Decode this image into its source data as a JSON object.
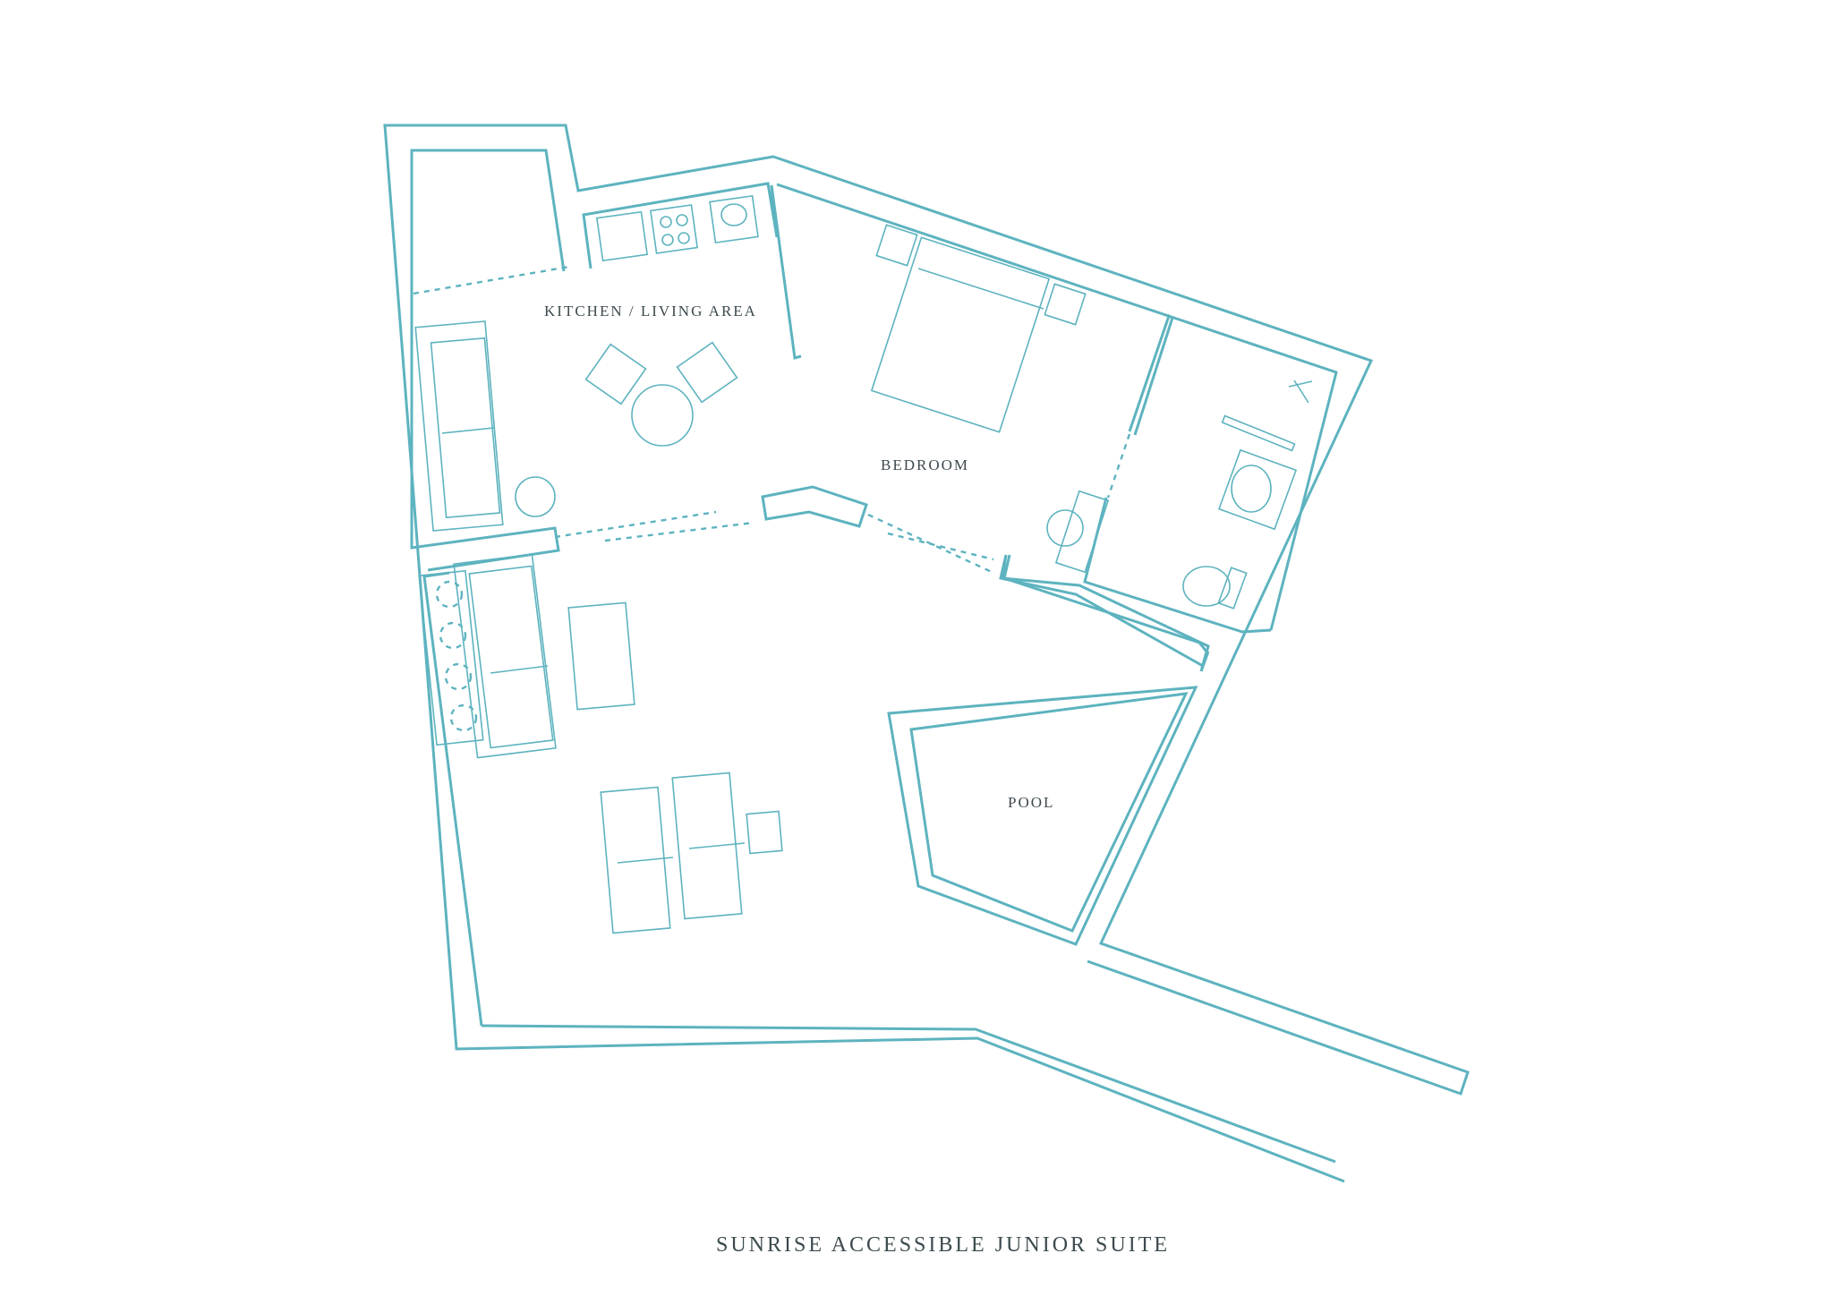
{
  "colors": {
    "line": "#5db3bf",
    "text": "#3d4a4f",
    "background": "#ffffff"
  },
  "rooms": {
    "kitchen_living": "KITCHEN / LIVING AREA",
    "bedroom": "BEDROOM",
    "pool": "POOL"
  },
  "title": "SUNRISE ACCESSIBLE JUNIOR SUITE"
}
